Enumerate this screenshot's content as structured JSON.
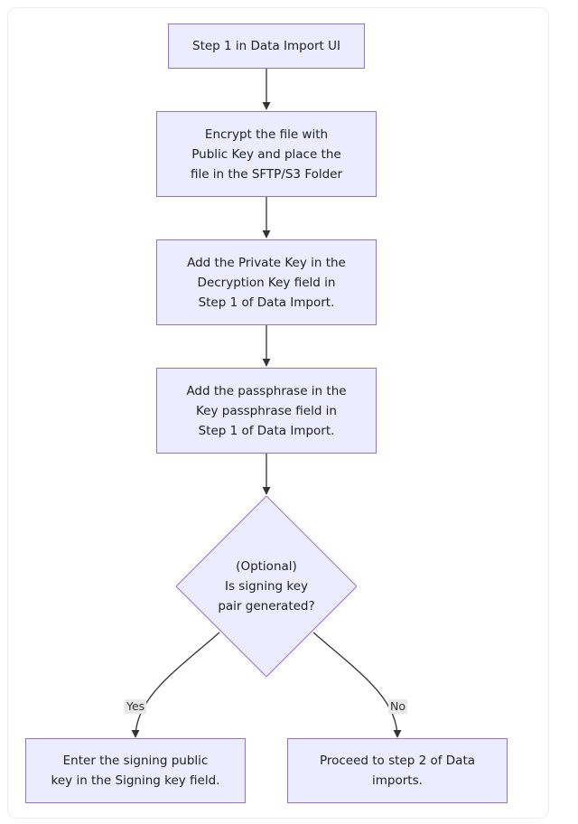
{
  "colors": {
    "node_fill": "#ECECFF",
    "node_border": "#9370DB",
    "edge": "#333333",
    "label_bg": "#e8e8e8"
  },
  "nodes": {
    "step1": "Step 1 in Data Import UI",
    "encrypt": "Encrypt the file with\nPublic Key and place the\nfile in the SFTP/S3 Folder",
    "private_key": "Add the Private Key in the\nDecryption Key field in\nStep 1 of Data Import.",
    "passphrase": "Add the passphrase in the\nKey passphrase field in\nStep 1 of Data Import.",
    "decision": "(Optional)\nIs signing key\npair generated?",
    "signing": "Enter the signing public\nkey in the Signing key field.",
    "proceed": "Proceed to step 2 of Data\nimports."
  },
  "edges": {
    "yes_label": "Yes",
    "no_label": "No"
  }
}
